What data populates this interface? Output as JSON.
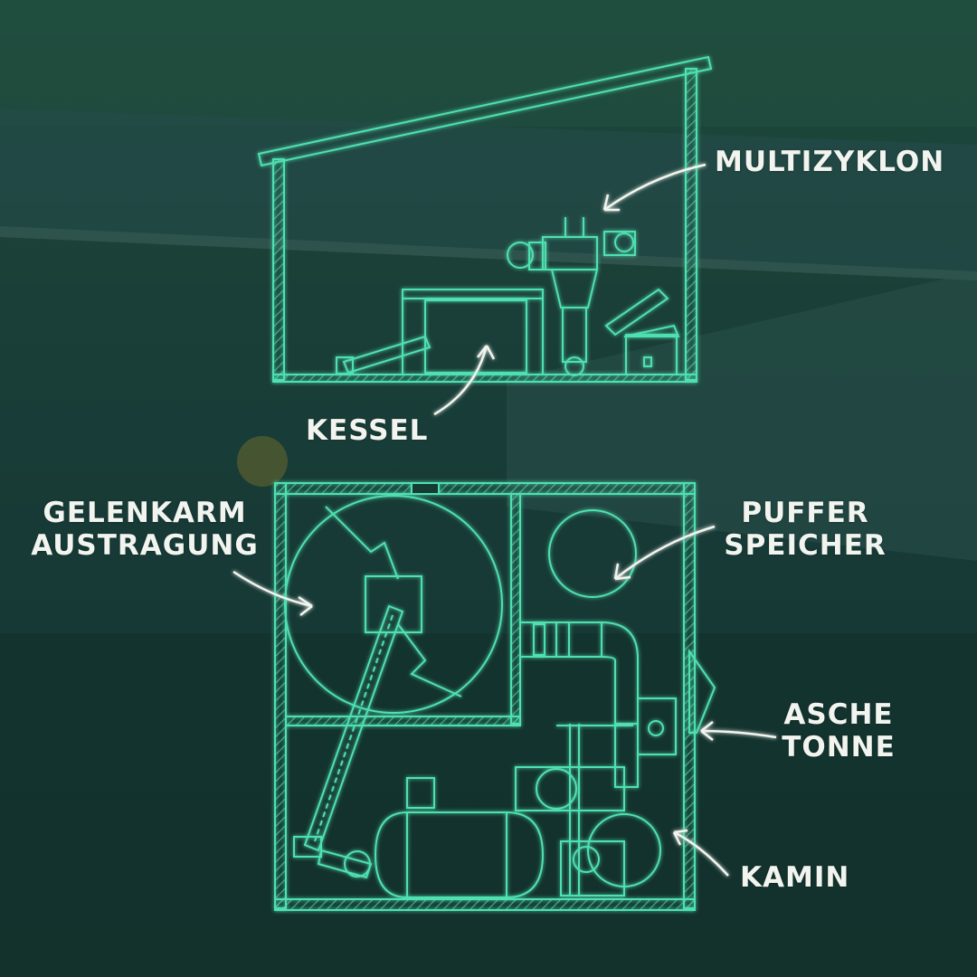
{
  "colors": {
    "blueprint_line": "#4fe0b0",
    "label_text": "#f2f4ef",
    "background": "#173a36"
  },
  "labels": {
    "multizyklon": "MULTIZYKLON",
    "kessel": "KESSEL",
    "gelenkarm_line1": "GELENKARM",
    "gelenkarm_line2": "AUSTRAGUNG",
    "puffer_line1": "PUFFER",
    "puffer_line2": "SPEICHER",
    "asche_line1": "ASCHE",
    "asche_line2": "TONNE",
    "kamin": "KAMIN"
  }
}
